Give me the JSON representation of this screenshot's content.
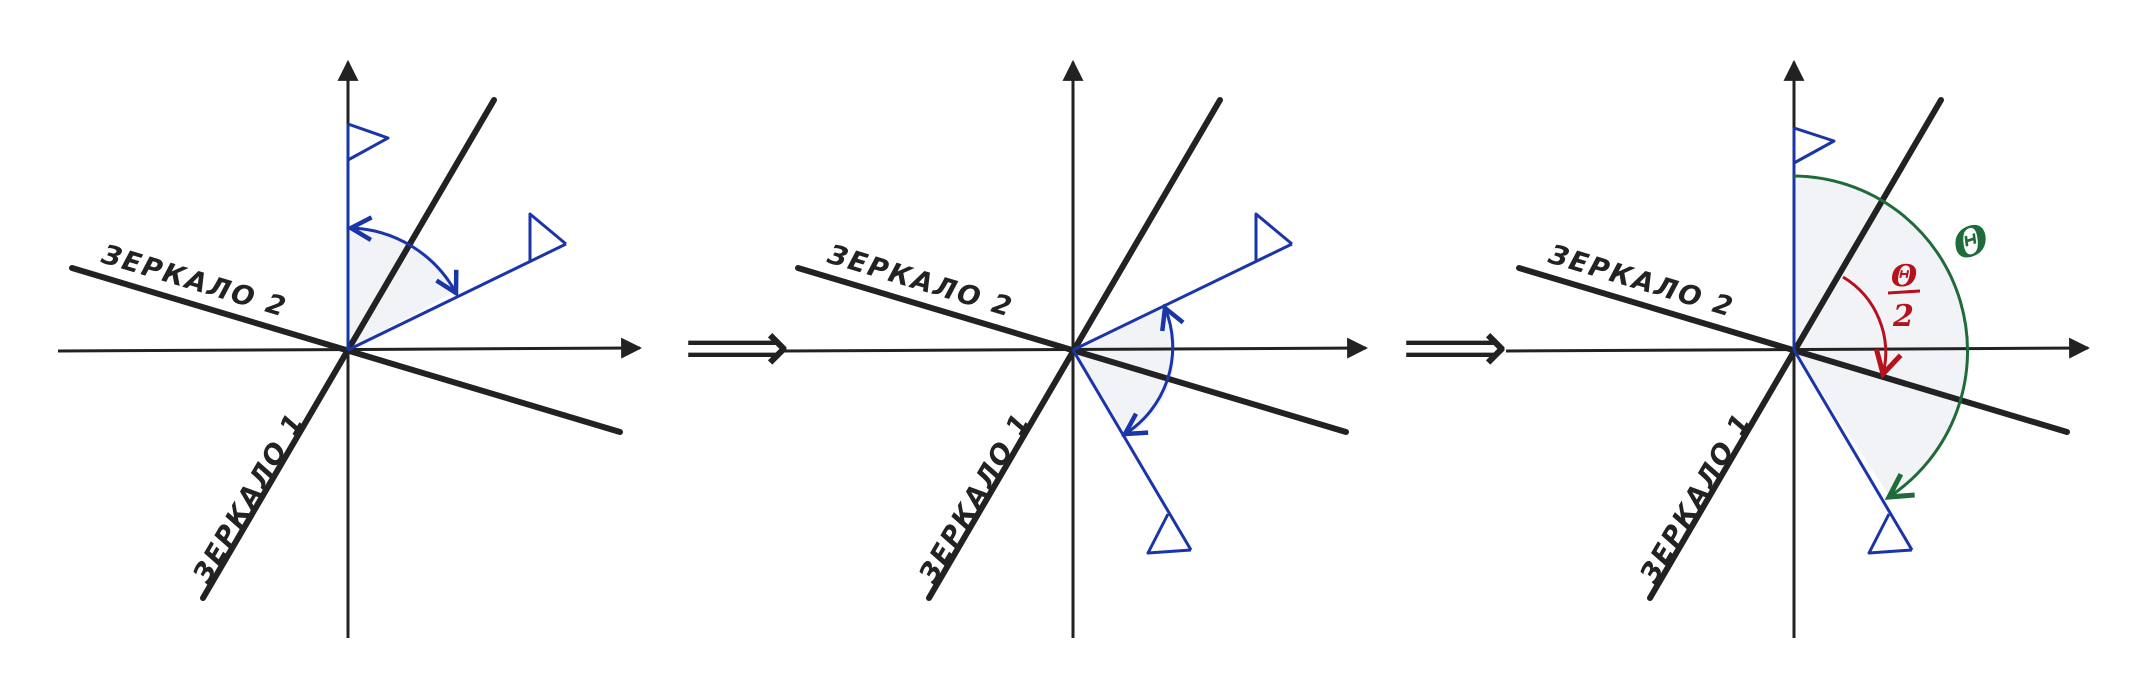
{
  "labels": {
    "mirror1": "ЗЕРКАЛО 1",
    "mirror2": "ЗЕРКАЛО 2",
    "implies": "⟹",
    "theta": "Θ",
    "half_num": "Θ",
    "half_den": "2"
  },
  "colors": {
    "axis": "#222222",
    "mirror": "#222222",
    "flag": "#1a35a8",
    "arc": "#1a35a8",
    "theta": "#1f6b3a",
    "half_theta": "#b5121b",
    "sector_fill": "#f1f3f6"
  }
}
